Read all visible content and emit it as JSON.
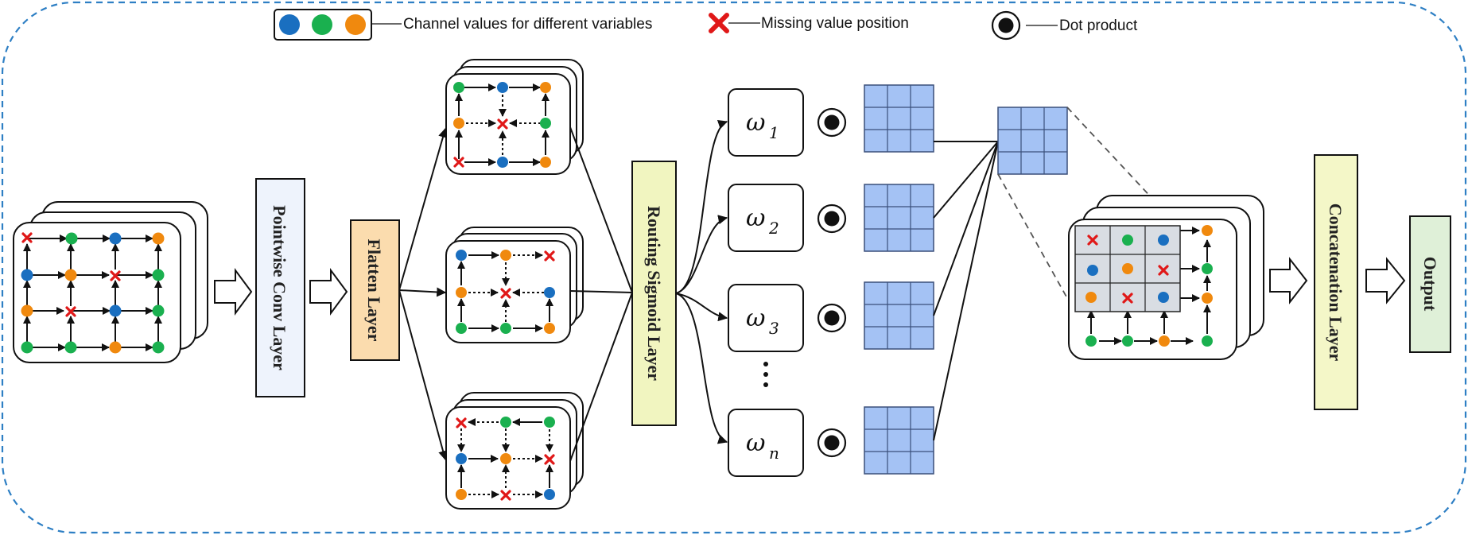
{
  "legend": {
    "channel_values": "Channel values for different variables",
    "missing_value": "Missing value position",
    "dot_product": "Dot product"
  },
  "layers": {
    "pointwise_conv": "Pointwise Conv Layer",
    "flatten": "Flatten Layer",
    "routing_sigmoid": "Routing Sigmoid Layer",
    "concatenation": "Concatenation Layer",
    "output": "Output"
  },
  "weights": [
    {
      "symbol": "ω",
      "sub": "1"
    },
    {
      "symbol": "ω",
      "sub": "2"
    },
    {
      "symbol": "ω",
      "sub": "3"
    },
    {
      "symbol": "ω",
      "sub": "n"
    }
  ],
  "colors": {
    "blue": "#1a6fc0",
    "green": "#1ab04f",
    "orange": "#f0890e",
    "missing": "#e01818",
    "grid_cell": "#a4c2f4",
    "pointwise_fill": "#eef3fc",
    "flatten_fill": "#fbdcae",
    "routing_fill": "#f1f5c0",
    "concat_fill": "#f4f7c8",
    "output_fill": "#dff0d8",
    "border_dash": "#2e7fc4"
  }
}
